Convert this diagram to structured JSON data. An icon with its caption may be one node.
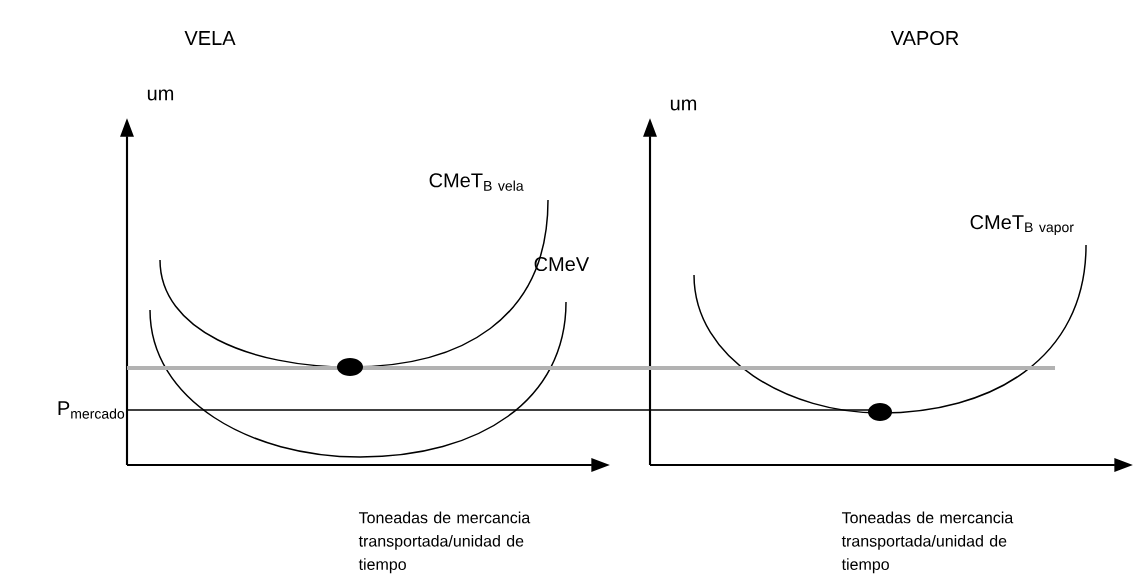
{
  "diagram": {
    "labels": [
      "VELA",
      "VAPOR",
      "um",
      "\\mathrm{CMeT}_{\\mathrm{B\\ vela}}",
      "um",
      "CMeV",
      "\\mathrm{CMeT}_{\\mathrm{B\\ vapor}}",
      "\\mathrm{P}_{\\mathrm{mercado}}",
      "Toneadas de mercancia transportada/unidad de tiempo",
      "Toneadas de mercancia transportada/unidad de tiempo"
    ]
  }
}
